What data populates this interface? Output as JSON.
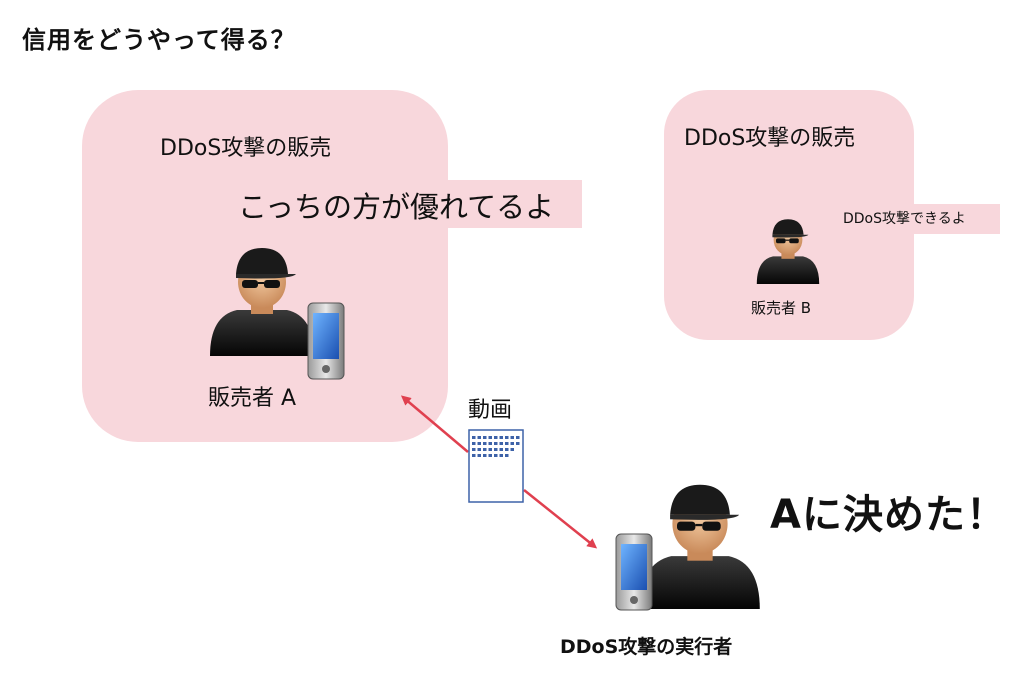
{
  "title": "信用をどうやって得る？",
  "seller_a": {
    "box_title": "DDoS攻撃の販売",
    "callout": "こっちの方が優れてるよ",
    "label": "販売者 A"
  },
  "seller_b": {
    "box_title": "DDoS攻撃の販売",
    "callout": "DDoS攻撃できるよ",
    "label": "販売者 B"
  },
  "video": {
    "label": "動画"
  },
  "decision": "Aに決めた！",
  "executor": {
    "label": "DDoS攻撃の実行者"
  },
  "colors": {
    "box_fill": "#f8d7dc",
    "arrow": "#e0404f",
    "doc_border": "#3d62a8",
    "doc_dots": "#3d62a8"
  },
  "icons": [
    "hacker-person-icon",
    "smartphone-icon",
    "video-document-icon",
    "arrow-icon"
  ]
}
